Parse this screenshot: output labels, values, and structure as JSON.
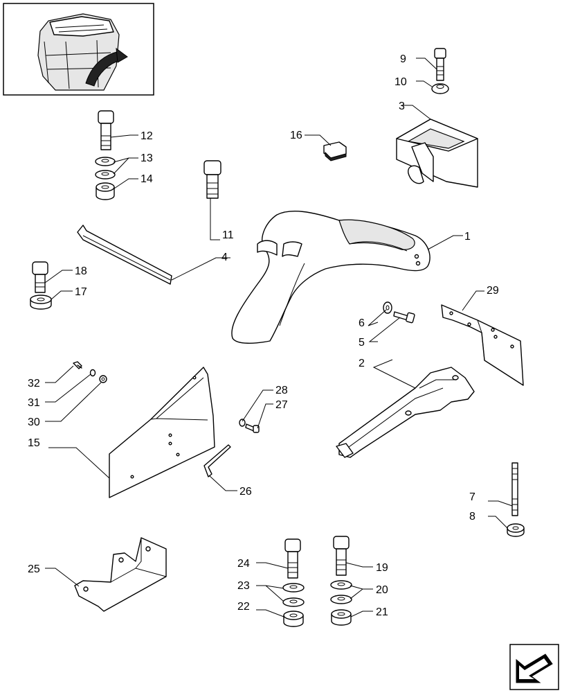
{
  "diagram": {
    "callouts": [
      "1",
      "2",
      "3",
      "4",
      "5",
      "6",
      "7",
      "8",
      "9",
      "10",
      "11",
      "12",
      "13",
      "14",
      "15",
      "16",
      "17",
      "18",
      "19",
      "20",
      "21",
      "22",
      "23",
      "24",
      "25",
      "26",
      "27",
      "28",
      "29",
      "30",
      "31",
      "32"
    ]
  },
  "icons": {
    "thumbnail": "tractor-cab-thumbnail-icon",
    "nav": "next-page-arrow-icon"
  }
}
